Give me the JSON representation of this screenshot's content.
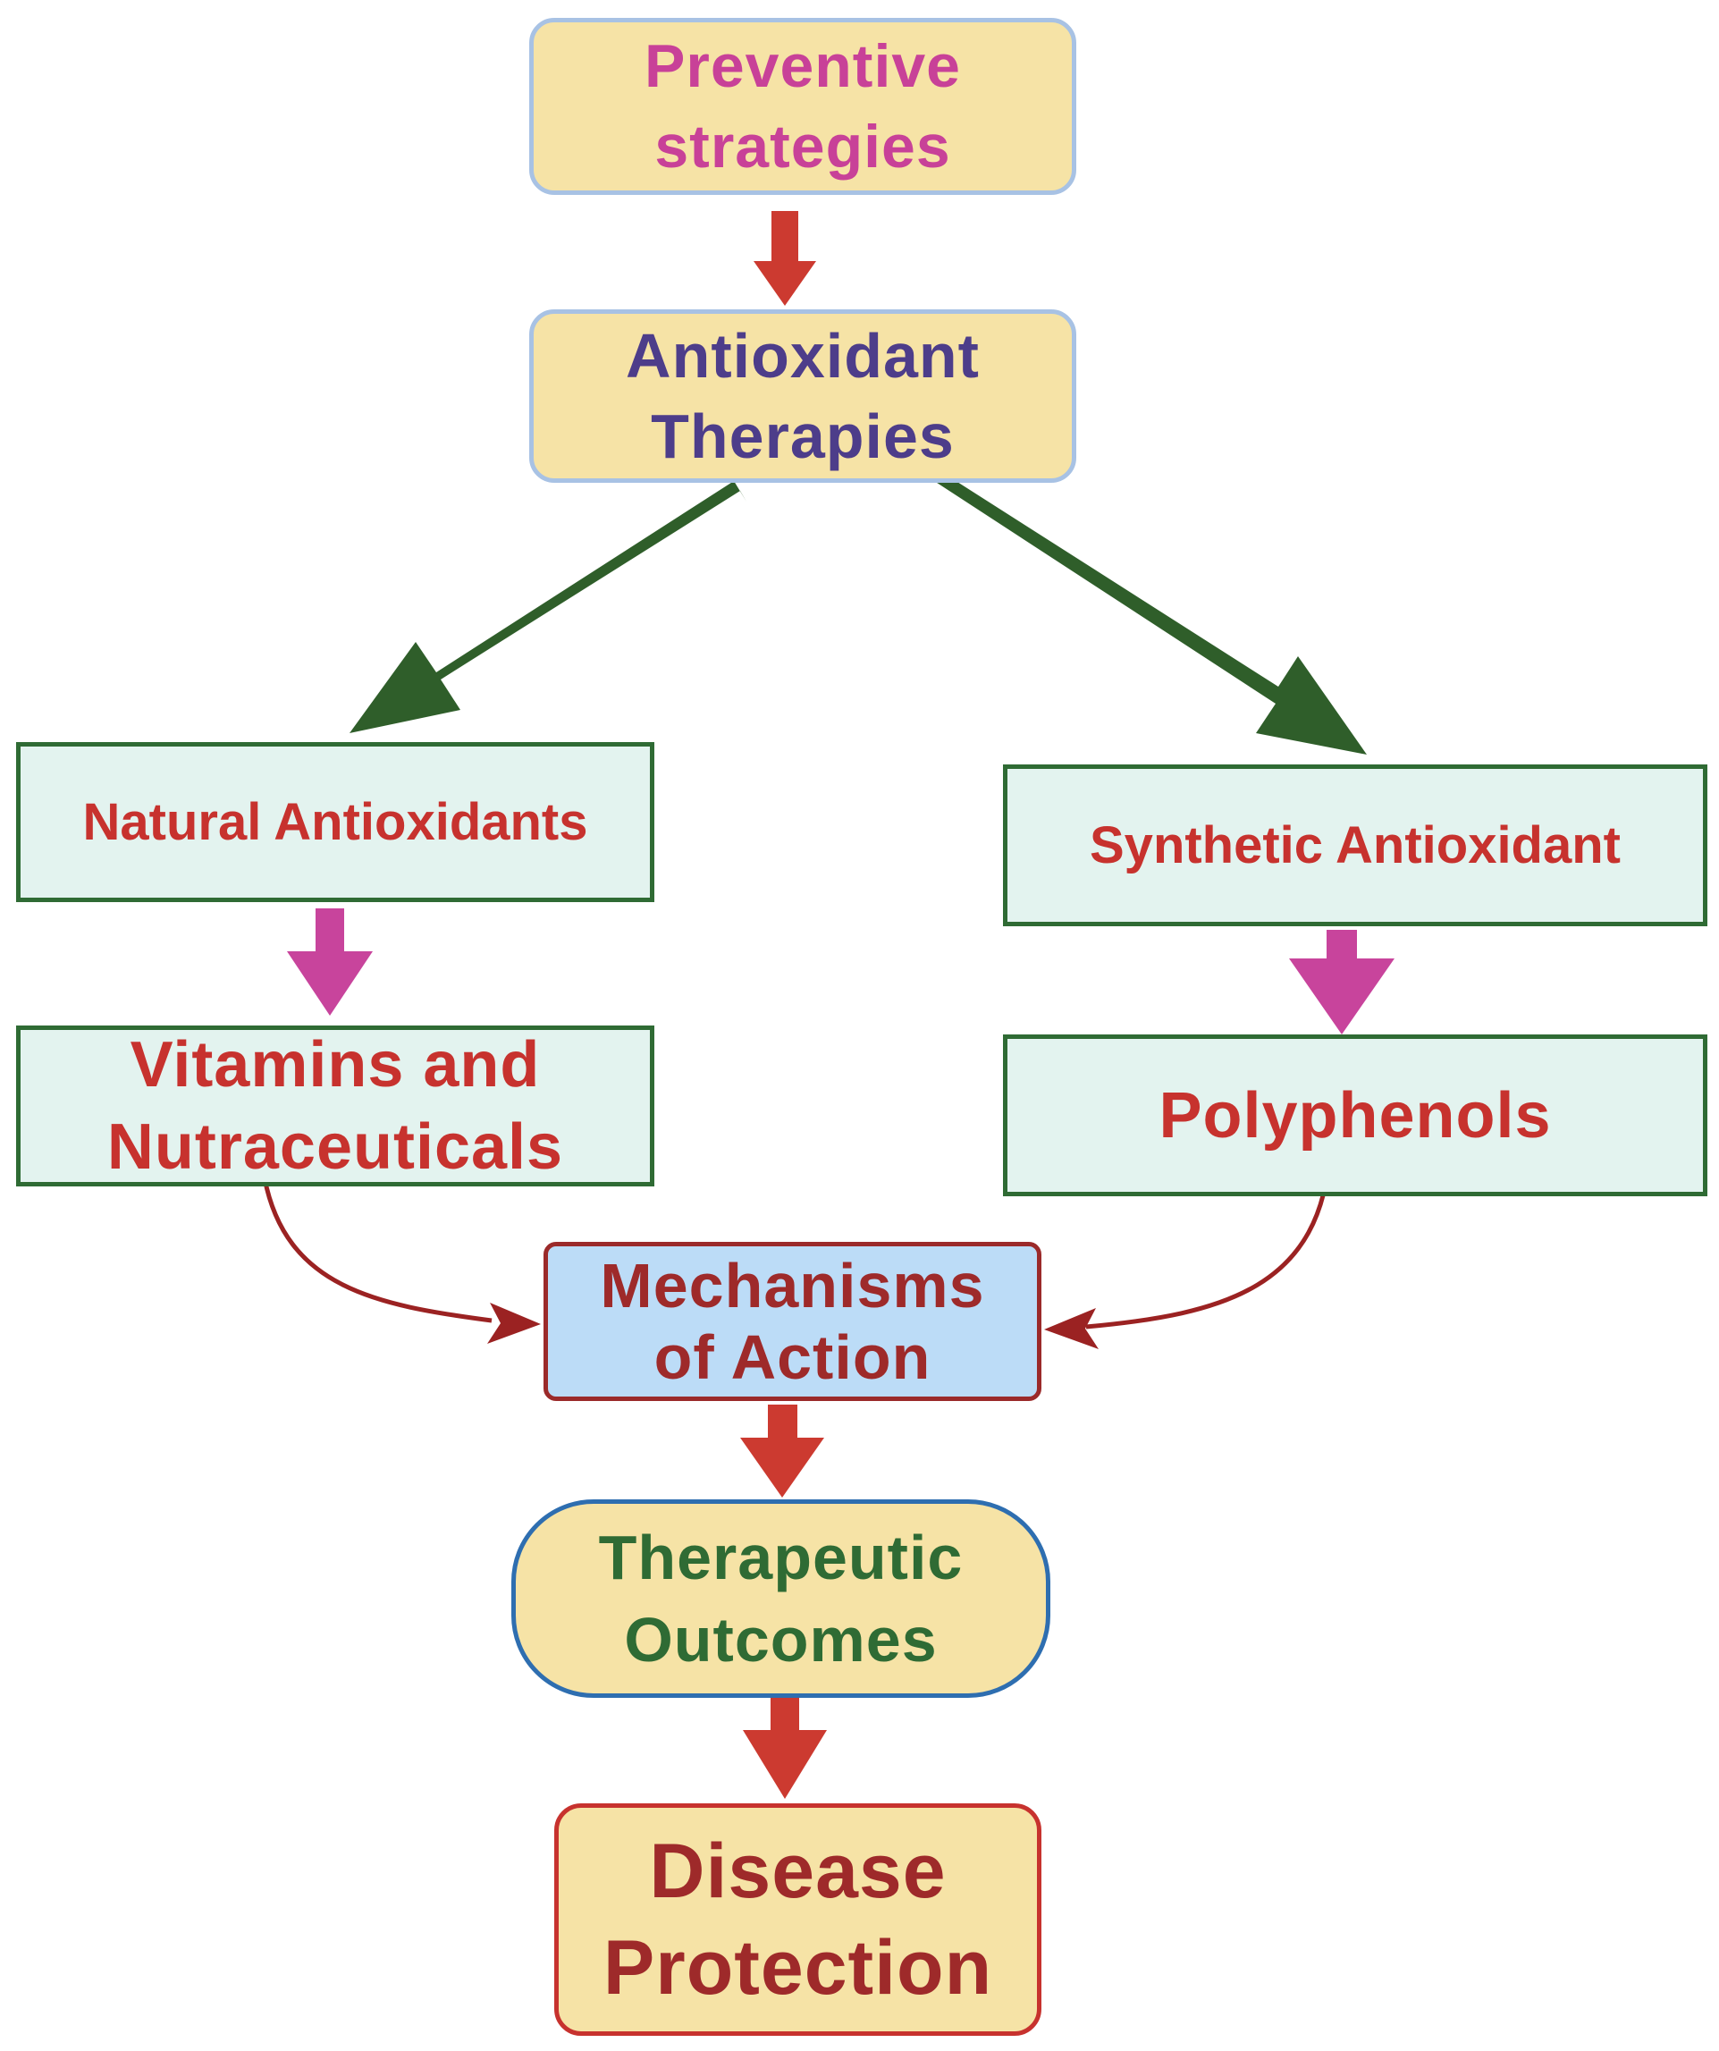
{
  "colors": {
    "arrow_red": "#cc3a30",
    "arrow_green": "#2f5e2a",
    "arrow_magenta": "#c8449c",
    "arrow_dark_red": "#9b2222",
    "box_yellow": "#f6e3a6",
    "box_mint": "#e3f3ef",
    "box_blue": "#bcdcf7"
  },
  "nodes": {
    "preventive": {
      "line1": "Preventive",
      "line2": "strategies"
    },
    "antioxidant": {
      "line1": "Antioxidant",
      "line2": "Therapies"
    },
    "natural": {
      "label": "Natural Antioxidants"
    },
    "synthetic": {
      "label": "Synthetic Antioxidant"
    },
    "vitamins": {
      "line1": "Vitamins and",
      "line2": "Nutraceuticals"
    },
    "polyphenols": {
      "label": "Polyphenols"
    },
    "mechanisms": {
      "line1": "Mechanisms",
      "line2": "of Action"
    },
    "therapeutic": {
      "line1": "Therapeutic",
      "line2": "Outcomes"
    },
    "disease": {
      "line1": "Disease",
      "line2": "Protection"
    }
  },
  "edges": [
    {
      "from": "Preventive strategies",
      "to": "Antioxidant Therapies"
    },
    {
      "from": "Antioxidant Therapies",
      "to": "Natural Antioxidants"
    },
    {
      "from": "Antioxidant Therapies",
      "to": "Synthetic Antioxidant"
    },
    {
      "from": "Natural Antioxidants",
      "to": "Vitamins and Nutraceuticals"
    },
    {
      "from": "Synthetic Antioxidant",
      "to": "Polyphenols"
    },
    {
      "from": "Vitamins and Nutraceuticals",
      "to": "Mechanisms of Action"
    },
    {
      "from": "Polyphenols",
      "to": "Mechanisms of Action"
    },
    {
      "from": "Mechanisms of Action",
      "to": "Therapeutic Outcomes"
    },
    {
      "from": "Therapeutic Outcomes",
      "to": "Disease Protection"
    }
  ]
}
